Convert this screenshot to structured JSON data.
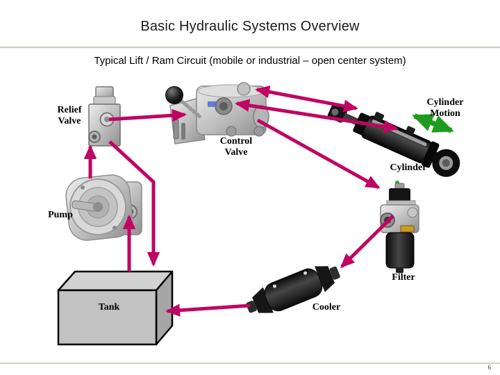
{
  "slide": {
    "title": "Basic Hydraulic Systems Overview",
    "subtitle": "Typical Lift / Ram Circuit (mobile or industrial – open center system)",
    "page_number": "6"
  },
  "diagram": {
    "components": {
      "relief_valve": {
        "label": "Relief\nValve"
      },
      "control_valve": {
        "label": "Control\nValve"
      },
      "cylinder": {
        "label": "Cylinder"
      },
      "cylinder_motion": {
        "label": "Cylinder\nMotion"
      },
      "pump": {
        "label": "Pump"
      },
      "tank": {
        "label": "Tank"
      },
      "cooler": {
        "label": "Cooler"
      },
      "filter": {
        "label": "Filter"
      }
    },
    "flow_arrows": [
      {
        "from": "relief_valve",
        "to": "control_valve",
        "double_headed": false
      },
      {
        "from": "pump",
        "to": "relief_valve",
        "double_headed": false
      },
      {
        "from": "relief_valve",
        "to": "tank",
        "double_headed": false
      },
      {
        "from": "tank",
        "to": "pump",
        "double_headed": false
      },
      {
        "from": "control_valve",
        "to": "cylinder_rod_end",
        "double_headed": true
      },
      {
        "from": "control_valve",
        "to": "cylinder_cap_end",
        "double_headed": true
      },
      {
        "from": "control_valve",
        "to": "filter",
        "double_headed": false
      },
      {
        "from": "filter",
        "to": "cooler",
        "double_headed": false
      },
      {
        "from": "cooler",
        "to": "tank",
        "double_headed": false
      },
      {
        "from": "cylinder",
        "to": "cylinder",
        "double_headed": true,
        "meaning": "cylinder motion"
      }
    ]
  },
  "colors": {
    "flow_arrow": "#C00562",
    "motion_arrow": "#1E9B1E",
    "title_divider": "#CFCCC4",
    "footer_line": "#D6CEC2"
  }
}
